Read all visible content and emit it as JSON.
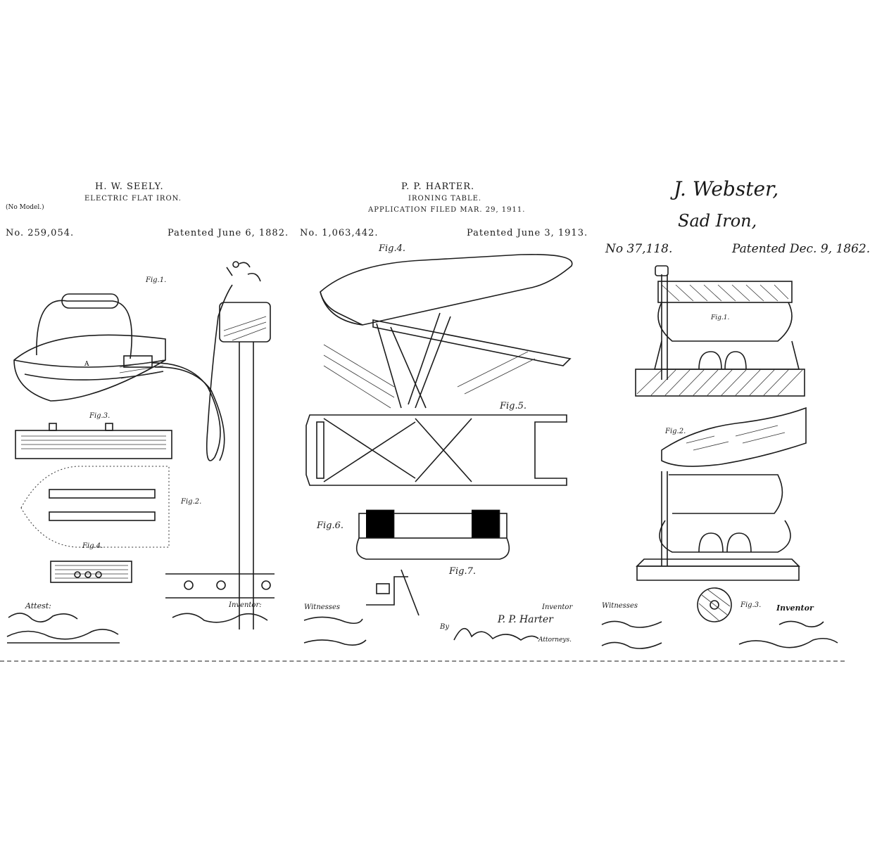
{
  "patents": [
    {
      "inventor": "H. W. SEELY.",
      "title": "ELECTRIC FLAT IRON.",
      "model_note": "(No Model.)",
      "number": "No. 259,054.",
      "date": "Patented June 6, 1882.",
      "figures": [
        "Fig.1.",
        "Fig.3.",
        "Fig.2.",
        "Fig.4."
      ],
      "attest_label": "Attest:",
      "inventor_label": "Inventor:"
    },
    {
      "inventor": "P. P. HARTER.",
      "title": "IRONING TABLE.",
      "filed": "APPLICATION FILED MAR. 29, 1911.",
      "number": "No. 1,063,442.",
      "date": "Patented June 3, 1913.",
      "figures": [
        "Fig.4.",
        "Fig.5.",
        "Fig.6.",
        "Fig.7."
      ],
      "witnesses_label": "Witnesses",
      "inventor_label": "Inventor",
      "inventor_signature": "P. P. Harter",
      "by_label": "By",
      "attorneys_label": "Attorneys."
    },
    {
      "inventor": "J. Webster,",
      "title": "Sad Iron,",
      "number": "No 37,118.",
      "date": "Patented Dec. 9, 1862.",
      "figures": [
        "Fig.1.",
        "Fig.2.",
        "Fig.3."
      ],
      "witnesses_label": "Witnesses",
      "inventor_label": "Inventor"
    }
  ]
}
